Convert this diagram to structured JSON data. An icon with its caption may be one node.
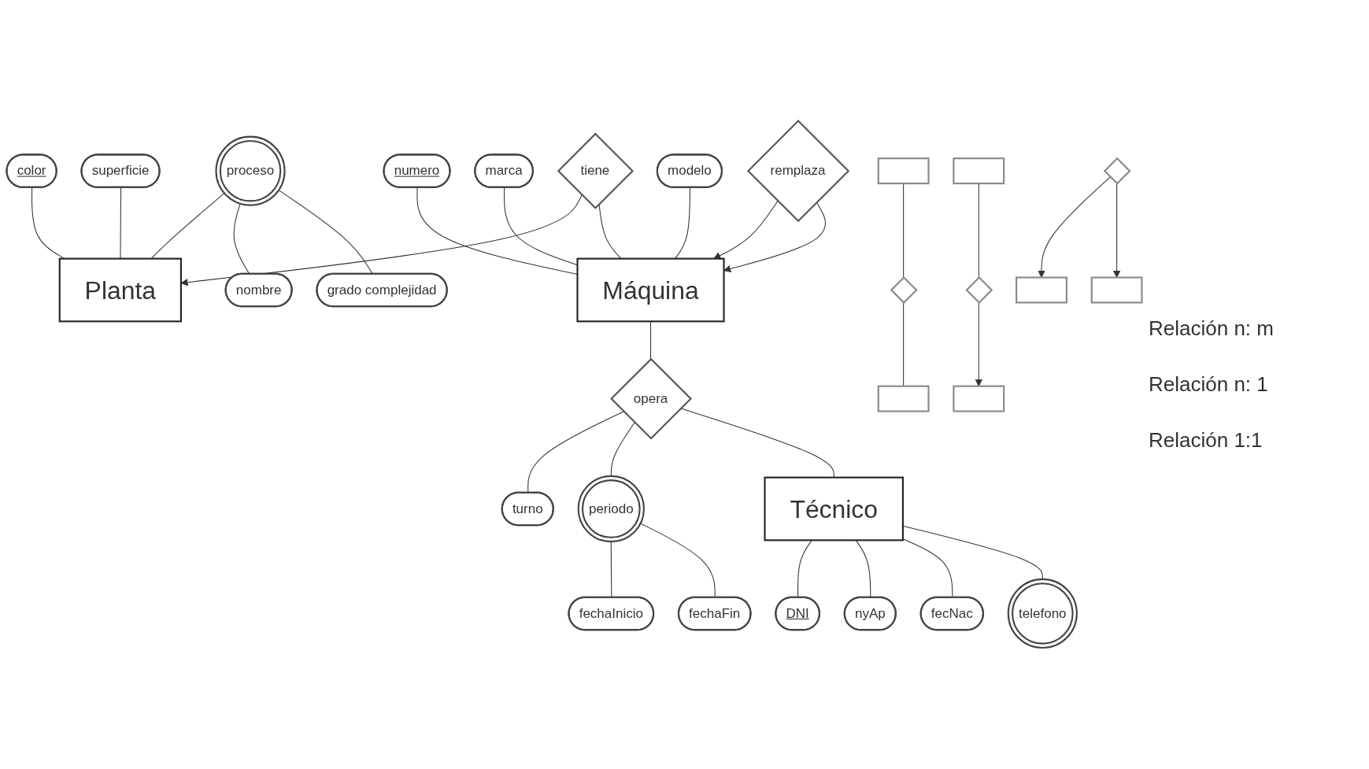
{
  "diagram": {
    "nodes": [
      {
        "text": [
          "color"
        ]
      },
      {
        "text": [
          "superficie"
        ]
      },
      {
        "text": [
          "proceso"
        ]
      },
      {
        "text": [
          "Planta"
        ]
      },
      {
        "text": [
          "nombre"
        ]
      },
      {
        "text": [
          "grado complejidad"
        ]
      },
      {
        "text": [
          "numero"
        ]
      },
      {
        "text": [
          "marca"
        ]
      },
      {
        "text": [
          "modelo"
        ]
      },
      {
        "text": [
          "Máquina"
        ]
      },
      {
        "text": [
          "remplaza"
        ]
      },
      {
        "text": [
          "tiene"
        ]
      },
      {
        "text": [
          "turno"
        ]
      },
      {
        "text": [
          "opera"
        ]
      },
      {
        "text": [
          "fechaInicio"
        ]
      },
      {
        "text": [
          "periodo"
        ]
      },
      {
        "text": [
          "fechaFin"
        ]
      },
      {
        "text": [
          "DNI"
        ]
      },
      {
        "text": [
          "Técnico"
        ]
      },
      {
        "text": [
          "nyAp"
        ]
      },
      {
        "text": [
          "fecNac"
        ]
      },
      {
        "text": [
          "telefono"
        ]
      },
      {
        "text": [],
        "shape": "box"
      },
      {
        "text": [],
        "shape": "diamond"
      },
      {
        "text": [],
        "shape": "box"
      },
      {
        "text": [],
        "shape": "box"
      },
      {
        "text": [],
        "shape": "diamond"
      },
      {
        "text": [],
        "shape": "box"
      },
      {
        "text": [],
        "shape": "box"
      },
      {
        "text": [],
        "shape": "diamond"
      },
      {
        "text": [],
        "shape": "box"
      }
    ],
    "edges": [
      {
        "from": 0,
        "to": 3,
        "arrow": "none"
      },
      {
        "from": 1,
        "to": 3,
        "arrow": "none"
      },
      {
        "from": 2,
        "to": 3,
        "arrow": "none"
      },
      {
        "from": 2,
        "to": 4,
        "arrow": "none"
      },
      {
        "from": 2,
        "to": 5,
        "arrow": "none"
      },
      {
        "from": 6,
        "to": 9,
        "arrow": "none"
      },
      {
        "from": 7,
        "to": 9,
        "arrow": "none"
      },
      {
        "from": 8,
        "to": 9,
        "arrow": "none"
      },
      {
        "from": 10,
        "to": 9,
        "arrow": "to"
      },
      {
        "from": 10,
        "to": 9,
        "arrow": "to"
      },
      {
        "from": 11,
        "to": 3,
        "arrow": "to"
      },
      {
        "from": 11,
        "to": 9,
        "arrow": "none"
      },
      {
        "from": 9,
        "to": 13,
        "arrow": "none"
      },
      {
        "from": 13,
        "to": 12,
        "arrow": "none"
      },
      {
        "from": 13,
        "to": 15,
        "arrow": "none"
      },
      {
        "from": 15,
        "to": 14,
        "arrow": "none"
      },
      {
        "from": 15,
        "to": 16,
        "arrow": "none"
      },
      {
        "from": 13,
        "to": 18,
        "arrow": "none"
      },
      {
        "from": 18,
        "to": 17,
        "arrow": "none"
      },
      {
        "from": 18,
        "to": 19,
        "arrow": "none"
      },
      {
        "from": 18,
        "to": 20,
        "arrow": "none"
      },
      {
        "from": 18,
        "to": 21,
        "arrow": "none"
      },
      {
        "from": 22,
        "to": 23,
        "arrow": "none"
      },
      {
        "from": 23,
        "to": 24,
        "arrow": "none"
      },
      {
        "from": 25,
        "to": 26,
        "arrow": "none"
      },
      {
        "from": 26,
        "to": 27,
        "arrow": "to"
      },
      {
        "from": 29,
        "to": 28,
        "arrow": "to"
      },
      {
        "from": 29,
        "to": 30,
        "arrow": "to"
      }
    ],
    "labels": [
      "Relación n: m",
      "Relación n: 1",
      "Relación 1:1"
    ]
  }
}
